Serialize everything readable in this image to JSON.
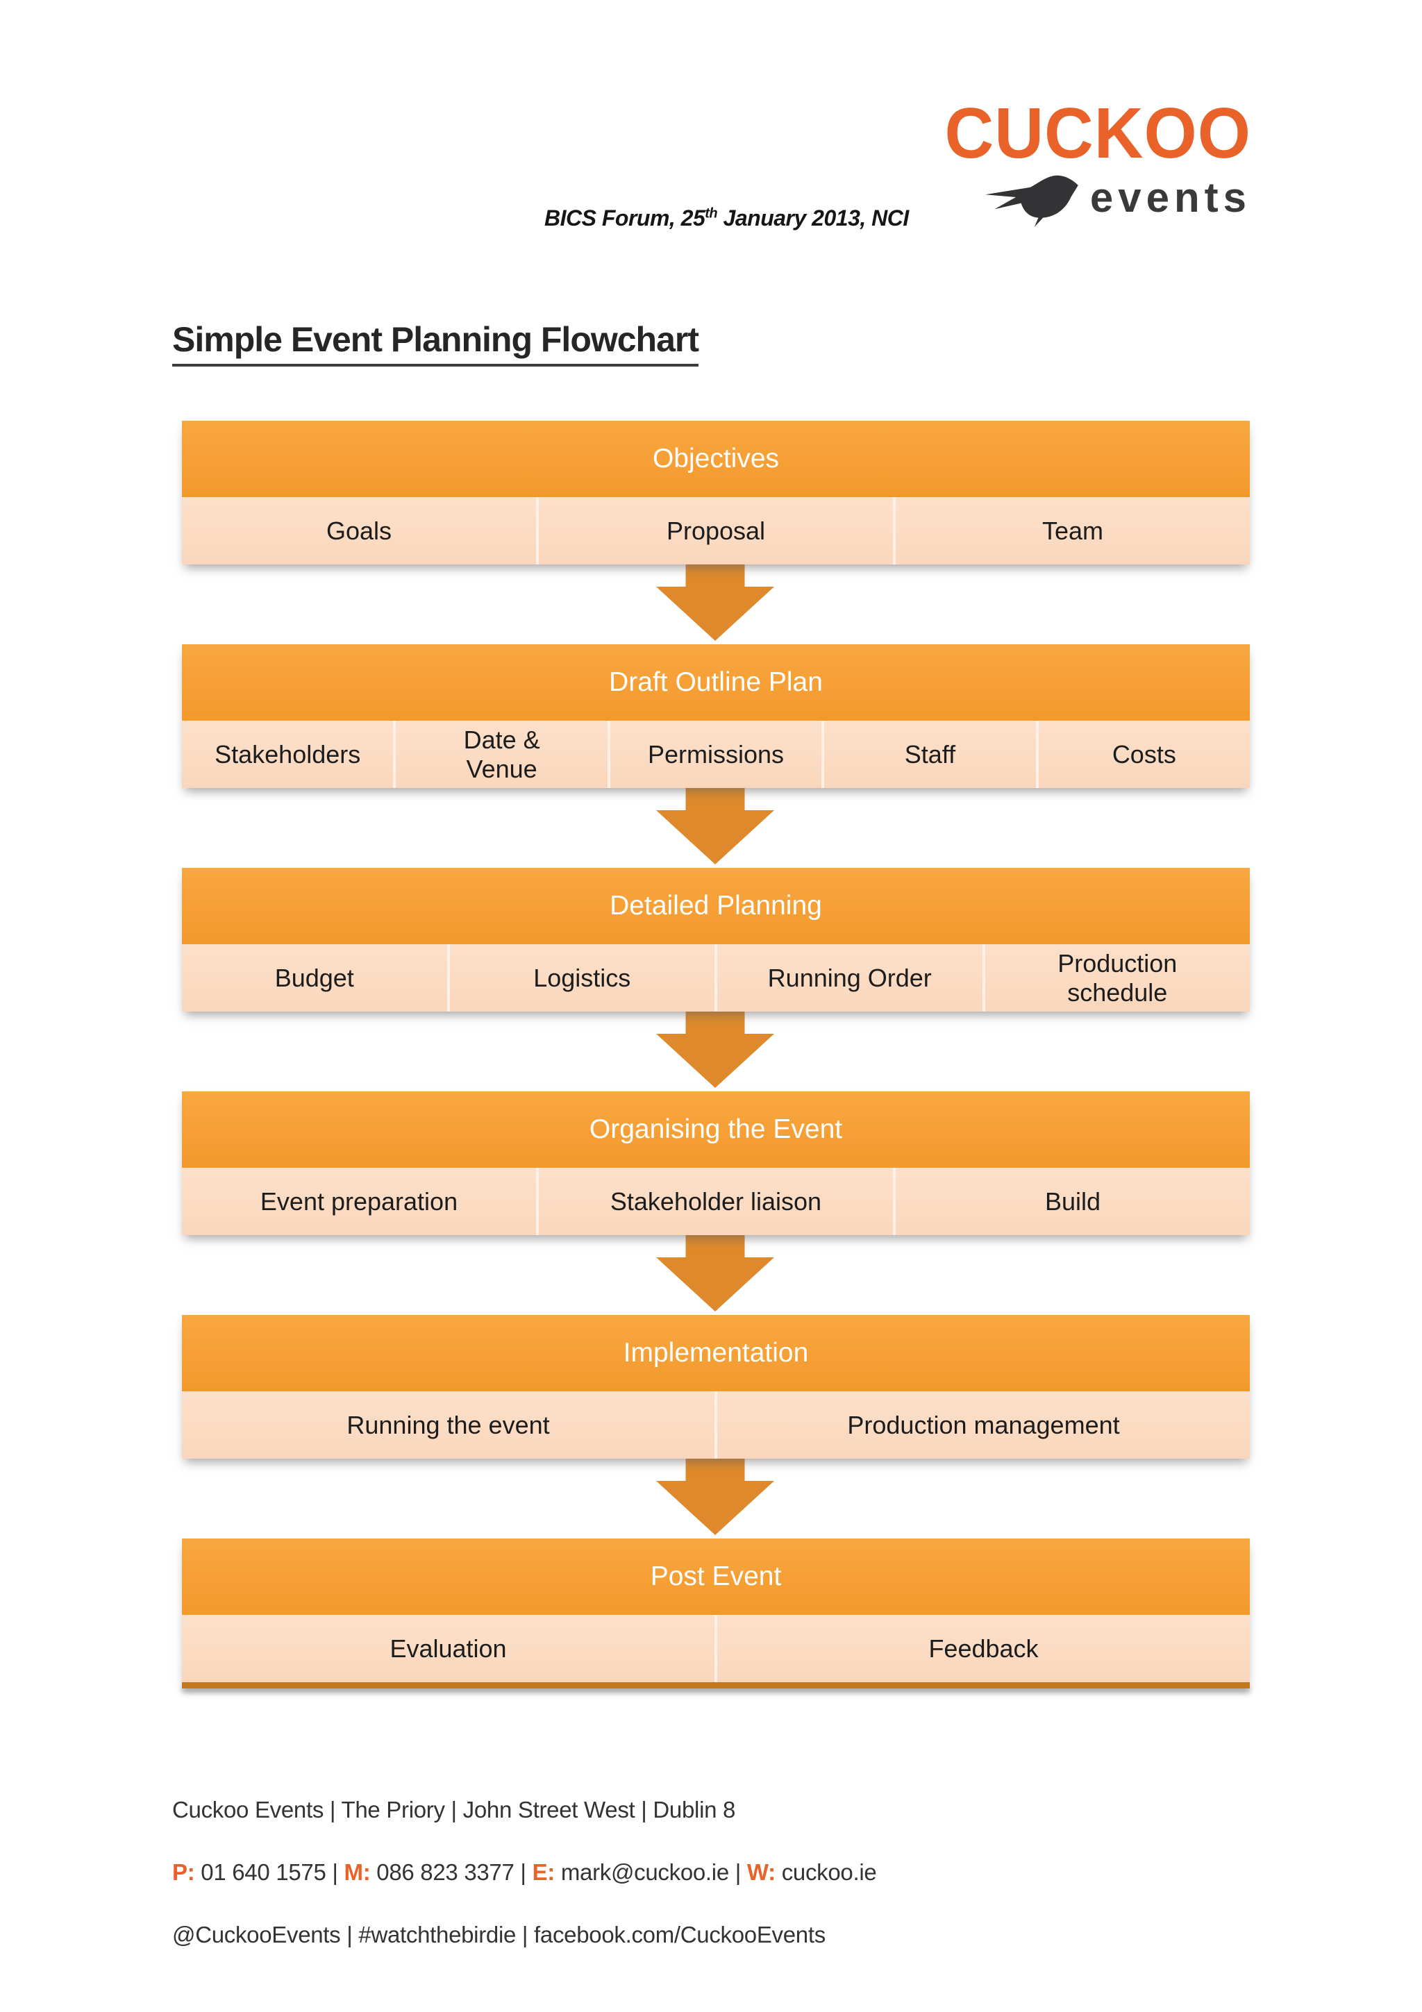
{
  "logo": {
    "brand": "CUCKOO",
    "sub": "events"
  },
  "subtitle": {
    "prefix": "BICS Forum, 25",
    "sup": "th",
    "suffix": " January 2013, NCI"
  },
  "heading": "Simple Event Planning Flowchart",
  "flowchart": {
    "stages": [
      {
        "title": "Objectives",
        "items": [
          "Goals",
          "Proposal",
          "Team"
        ]
      },
      {
        "title": "Draft Outline Plan",
        "items": [
          "Stakeholders",
          "Date & Venue",
          "Permissions",
          "Staff",
          "Costs"
        ]
      },
      {
        "title": "Detailed Planning",
        "items": [
          "Budget",
          "Logistics",
          "Running Order",
          "Production schedule"
        ]
      },
      {
        "title": "Organising the Event",
        "items": [
          "Event preparation",
          "Stakeholder liaison",
          "Build"
        ]
      },
      {
        "title": "Implementation",
        "items": [
          "Running the event",
          "Production management"
        ]
      },
      {
        "title": "Post Event",
        "items": [
          "Evaluation",
          "Feedback"
        ]
      }
    ]
  },
  "footer": {
    "line1": "Cuckoo Events | The Priory | John Street West | Dublin 8",
    "contacts": [
      {
        "label": "P:",
        "value": "01 640 1575"
      },
      {
        "label": "M:",
        "value": "086 823 3377"
      },
      {
        "label": "E:",
        "value": "mark@cuckoo.ie"
      },
      {
        "label": "W:",
        "value": "cuckoo.ie"
      }
    ],
    "separator": "|",
    "line3": "@CuckooEvents | #watchthebirdie | facebook.com/CuckooEvents"
  },
  "colors": {
    "logo_orange": "#E8622A",
    "logo_dark": "#3A3A3C",
    "header_orange": "#F6A037",
    "cell_peach": "#FBDCC4",
    "arrow_orange": "#DE8A2C",
    "last_block_border": "#C3771D",
    "contact_label_orange": "#E8622A",
    "text_dark": "#262626"
  }
}
